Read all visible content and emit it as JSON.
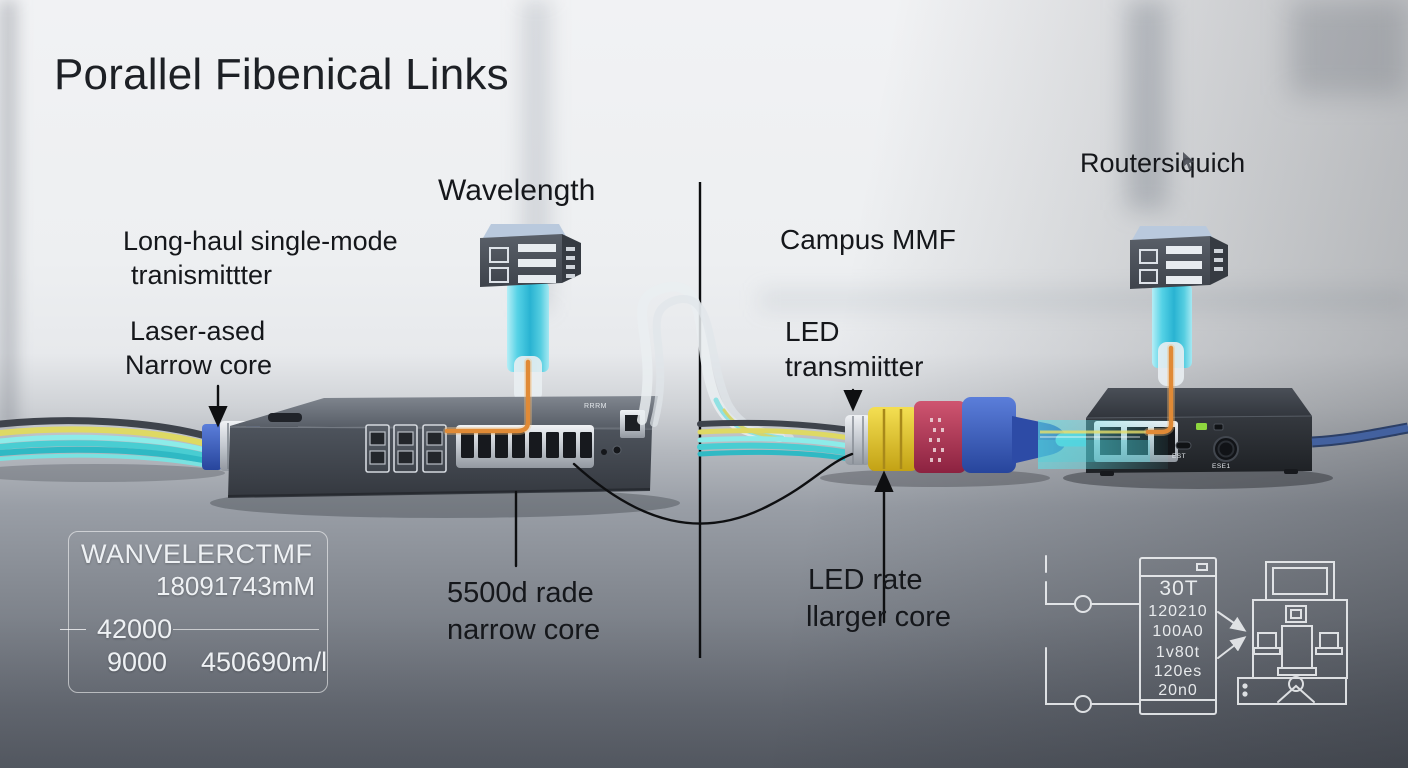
{
  "title": "Porallel Fibenical Links",
  "left_section": {
    "transmitter_label": {
      "line1": "Long-haul single-mode",
      "line2": "tranismittter"
    },
    "laser_label": {
      "line1": "Laser-ased",
      "line2": "Narrow core"
    },
    "wavelength_label": "Wavelength",
    "fiber_label": {
      "line1": "5500d rade",
      "line2": "narrow core"
    },
    "spec_panel": {
      "title": "WANVELERCTMF",
      "reach_value": "18091743mM",
      "wavelength_value": "42000",
      "core_value": "9000",
      "rate_value": "450690m/l"
    },
    "switch_badge": "RRRM"
  },
  "right_section": {
    "campus_label": "Campus MMF",
    "led_label": {
      "line1": "LED",
      "line2": "transmiitter"
    },
    "led_rate_label": {
      "line1": "LED rate",
      "line2": "llarger core"
    },
    "router_label": "Routersiquich",
    "router": {
      "port_label": "EST",
      "button_label": "ESE1"
    },
    "schematic": {
      "header": "30T",
      "rows": [
        "120210",
        "100A0",
        "1v80t",
        "120es",
        "20n0"
      ]
    }
  },
  "colors": {
    "fiber_cyan": "#4ec9dd",
    "fiber_orange": "#e08a36",
    "cable_teal": "#49cdd2",
    "cable_yellow": "#ded964",
    "connector_blue": "#3a63c8",
    "connector_red": "#b23050",
    "connector_yellow": "#e8cf3a",
    "annotation_black": "#0e0f11",
    "schematic_white": "#f5f7f9"
  }
}
